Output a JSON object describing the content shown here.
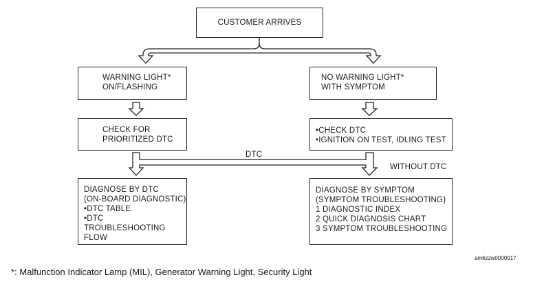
{
  "boxes": {
    "customer": {
      "lines": [
        "CUSTOMER ARRIVES"
      ]
    },
    "warning_light": {
      "lines": [
        "WARNING LIGHT*",
        "ON/FLASHING"
      ]
    },
    "no_warning_light": {
      "lines": [
        "NO WARNING LIGHT*",
        "WITH SYMPTOM"
      ]
    },
    "check_prioritized": {
      "lines": [
        "CHECK FOR",
        "PRIORITIZED DTC"
      ]
    },
    "check_dtc_tests": {
      "lines": [
        "•CHECK DTC",
        "•IGNITION ON TEST, IDLING TEST"
      ]
    },
    "diagnose_by_dtc": {
      "lines": [
        "DIAGNOSE BY DTC",
        "(ON-BOARD DIAGNOSTIC)",
        "•DTC TABLE",
        "•DTC",
        "TROUBLESHOOTING",
        "FLOW"
      ]
    },
    "diagnose_by_symptom": {
      "lines": [
        "DIAGNOSE BY SYMPTOM",
        "(SYMPTOM TROUBLESHOOTING)",
        "1  DIAGNOSTIC INDEX",
        "2  QUICK DIAGNOSIS CHART",
        "3  SYMPTOM TROUBLESHOOTING"
      ]
    }
  },
  "labels": {
    "dtc": "DTC",
    "without_dtc": "WITHOUT DTC",
    "figure_code": "am6zzw0000017"
  },
  "footnote": "*: Malfunction Indicator Lamp (MIL), Generator Warning Light, Security Light"
}
